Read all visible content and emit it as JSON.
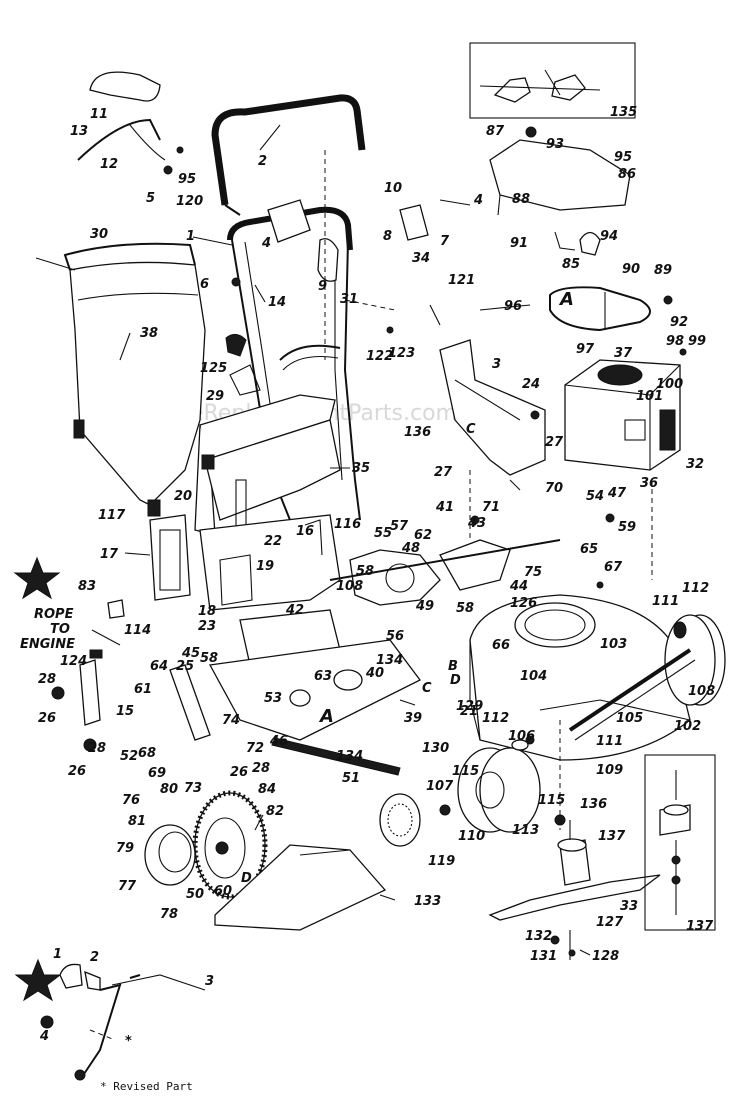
{
  "watermark": "eReplacementParts.com",
  "part_numbers": {
    "p1": "1",
    "p2": "2",
    "p3": "3",
    "p4a": "4",
    "p4b": "4",
    "p5": "5",
    "p6": "6",
    "p7": "7",
    "p8": "8",
    "p9": "9",
    "p10": "10",
    "p11": "11",
    "p12": "12",
    "p13": "13",
    "p14": "14",
    "p15": "15",
    "p16": "16",
    "p17": "17",
    "p18": "18",
    "p19": "19",
    "p20": "20",
    "p21": "21",
    "p22": "22",
    "p23": "23",
    "p24": "24",
    "p25": "25",
    "p26a": "26",
    "p26b": "26",
    "p26c": "26",
    "p27a": "27",
    "p27b": "27",
    "p28a": "28",
    "p28b": "28",
    "p28c": "28",
    "p29": "29",
    "p30": "30",
    "p31": "31",
    "p32": "32",
    "p33": "33",
    "p34": "34",
    "p35": "35",
    "p36": "36",
    "p37": "37",
    "p38": "38",
    "p39": "39",
    "p40": "40",
    "p41": "41",
    "p42": "42",
    "p43": "43",
    "p44": "44",
    "p45": "45",
    "p46": "46",
    "p47": "47",
    "p48": "48",
    "p49": "49",
    "p50": "50",
    "p51": "51",
    "p52": "52",
    "p53": "53",
    "p54": "54",
    "p55": "55",
    "p56": "56",
    "p57": "57",
    "p58a": "58",
    "p58b": "58",
    "p58c": "58",
    "p59": "59",
    "p60": "60",
    "p61": "61",
    "p62": "62",
    "p63": "63",
    "p64": "64",
    "p65": "65",
    "p66": "66",
    "p67": "67",
    "p68": "68",
    "p69": "69",
    "p70": "70",
    "p71": "71",
    "p72": "72",
    "p73": "73",
    "p74": "74",
    "p75": "75",
    "p76": "76",
    "p77": "77",
    "p78": "78",
    "p79": "79",
    "p80": "80",
    "p81": "81",
    "p82": "82",
    "p83": "83",
    "p84": "84",
    "p85": "85",
    "p86": "86",
    "p87": "87",
    "p88": "88",
    "p89": "89",
    "p90": "90",
    "p91": "91",
    "p92": "92",
    "p93": "93",
    "p94": "94",
    "p95a": "95",
    "p95b": "95",
    "p96": "96",
    "p97": "97",
    "p98": "98",
    "p99": "99",
    "p100": "100",
    "p101": "101",
    "p102": "102",
    "p103": "103",
    "p104": "104",
    "p105": "105",
    "p106": "106",
    "p107": "107",
    "p108a": "108",
    "p108b": "108",
    "p109": "109",
    "p110": "110",
    "p111a": "111",
    "p111b": "111",
    "p112a": "112",
    "p112b": "112",
    "p113": "113",
    "p114": "114",
    "p115a": "115",
    "p115b": "115",
    "p116": "116",
    "p117": "117",
    "p119": "119",
    "p120": "120",
    "p121": "121",
    "p122": "122",
    "p123": "123",
    "p124": "124",
    "p125": "125",
    "p126": "126",
    "p127": "127",
    "p128": "128",
    "p129": "129",
    "p130": "130",
    "p131": "131",
    "p132": "132",
    "p133": "133",
    "p134a": "134",
    "p134b": "134",
    "p135": "135",
    "p136a": "136",
    "p136b": "136",
    "p137a": "137",
    "p137b": "137"
  },
  "callout_letters": {
    "a1": "A",
    "a2": "A",
    "b1": "B",
    "c1": "C",
    "c2": "C",
    "d1": "D",
    "d2": "D"
  },
  "rope_note": {
    "line1": "ROPE",
    "line2": "TO",
    "line3": "ENGINE"
  },
  "inset_numbers": {
    "n1": "1",
    "n2": "2",
    "n3": "3",
    "n4": "4",
    "star": "*"
  },
  "footnote": "* Revised Part"
}
